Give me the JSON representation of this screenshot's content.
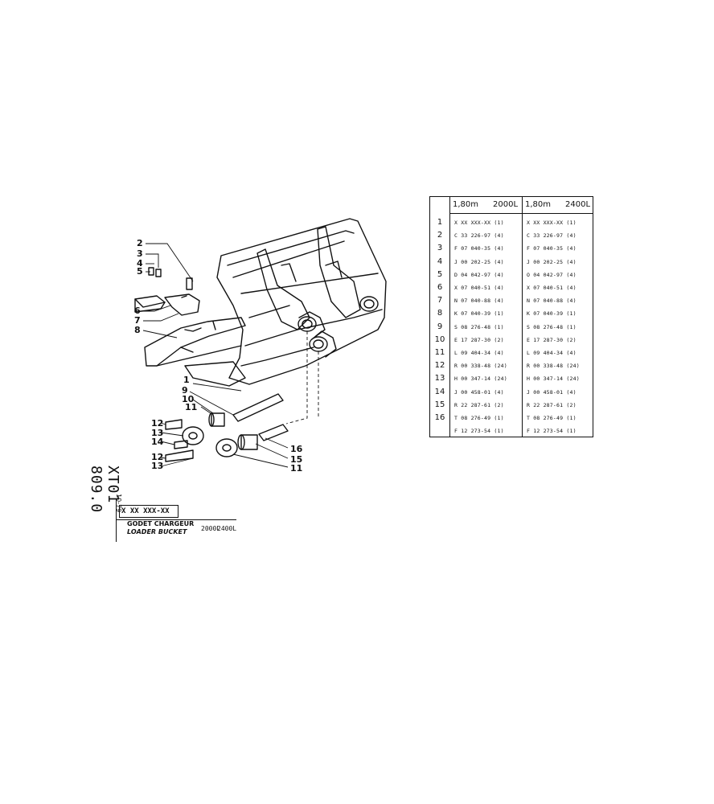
{
  "diagram": {
    "callouts": [
      "1",
      "2",
      "3",
      "4",
      "5",
      "6",
      "7",
      "8",
      "9",
      "10",
      "11",
      "12",
      "13",
      "14",
      "12",
      "13",
      "16",
      "15",
      "11"
    ]
  },
  "title_block": {
    "doc_ref": "XT01 809.0",
    "date": "10-79",
    "part_code": "X XX XXX-XX",
    "title_fr": "GODET CHARGEUR",
    "title_en": "LOADER BUCKET",
    "variant_1": "2000L",
    "variant_2": "2400L"
  },
  "parts_table": {
    "headers": {
      "col1_size": "1,80m",
      "col1_variant": "2000L",
      "col2_size": "1,80m",
      "col2_variant": "2400L"
    },
    "rows": [
      {
        "n": "1",
        "a": "X XX XXX-XX (1)",
        "b": "X XX XXX-XX (1)"
      },
      {
        "n": "2",
        "a": "C 33 226-97 (4)",
        "b": "C 33 226-97 (4)"
      },
      {
        "n": "3",
        "a": "F 07 040-35 (4)",
        "b": "F 07 040-35 (4)"
      },
      {
        "n": "4",
        "a": "J 00 202-25 (4)",
        "b": "J 00 202-25 (4)"
      },
      {
        "n": "5",
        "a": "D 04 042-97 (4)",
        "b": "O 04 042-97 (4)"
      },
      {
        "n": "6",
        "a": "X 07 040-51 (4)",
        "b": "X 07 040-51 (4)"
      },
      {
        "n": "7",
        "a": "N 07 040-88 (4)",
        "b": "N 07 040-88 (4)"
      },
      {
        "n": "8",
        "a": "K 07 040-39 (1)",
        "b": "K 07 040-39 (1)"
      },
      {
        "n": "9",
        "a": "S 08 276-48 (1)",
        "b": "S 08 276-48 (1)"
      },
      {
        "n": "10",
        "a": "E 17 287-30 (2)",
        "b": "E 17 287-30 (2)"
      },
      {
        "n": "11",
        "a": "L 09 404-34 (4)",
        "b": "L 09 404-34 (4)"
      },
      {
        "n": "12",
        "a": "R 00 338-48 (24)",
        "b": "R 00 338-48 (24)"
      },
      {
        "n": "13",
        "a": "H 00 347-14 (24)",
        "b": "H 00 347-14 (24)"
      },
      {
        "n": "14",
        "a": "J 00 458-01 (4)",
        "b": "J 00 458-01 (4)"
      },
      {
        "n": "15",
        "a": "R 22 287-61 (2)",
        "b": "R 22 287-61 (2)"
      },
      {
        "n": "16",
        "a": "T 08 276-49 (1)",
        "b": "T 08 276-49 (1)"
      },
      {
        "n": "",
        "a": "F 12 273-54 (1)",
        "b": "F 12 273-54 (1)"
      }
    ]
  }
}
